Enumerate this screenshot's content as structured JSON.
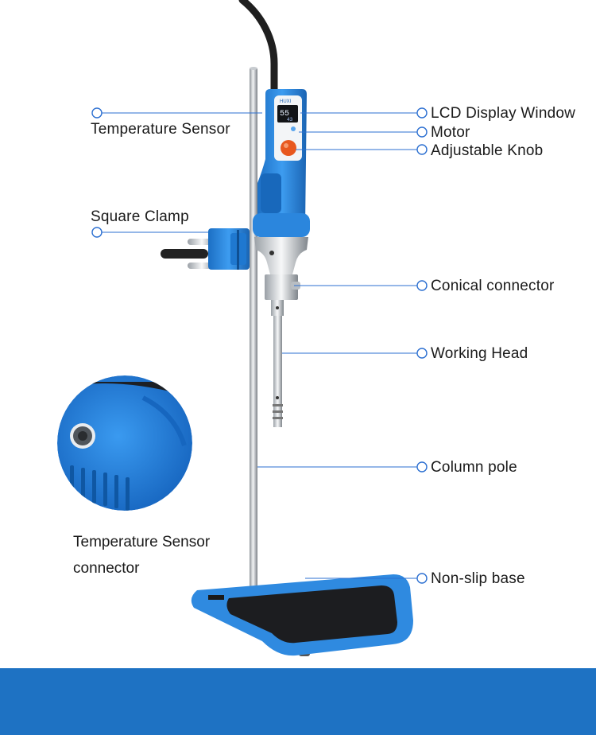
{
  "labels": {
    "temperature_sensor": "Temperature Sensor",
    "square_clamp": "Square Clamp",
    "lcd_display_window": "LCD Display Window",
    "motor": "Motor",
    "adjustable_knob": "Adjustable Knob",
    "conical_connector": "Conical connector",
    "working_head": "Working Head",
    "column_pole": "Column pole",
    "temperature_sensor_connector_line1": "Temperature Sensor",
    "temperature_sensor_connector_line2": "connector",
    "non_slip_base": "Non-slip base"
  },
  "device": {
    "brand": "HUXI",
    "display_main": "55",
    "display_sub": "43"
  },
  "colors": {
    "callout_line": "#2b6fd1",
    "device_blue": "#2d8ae0",
    "band": "#1e72c3"
  }
}
